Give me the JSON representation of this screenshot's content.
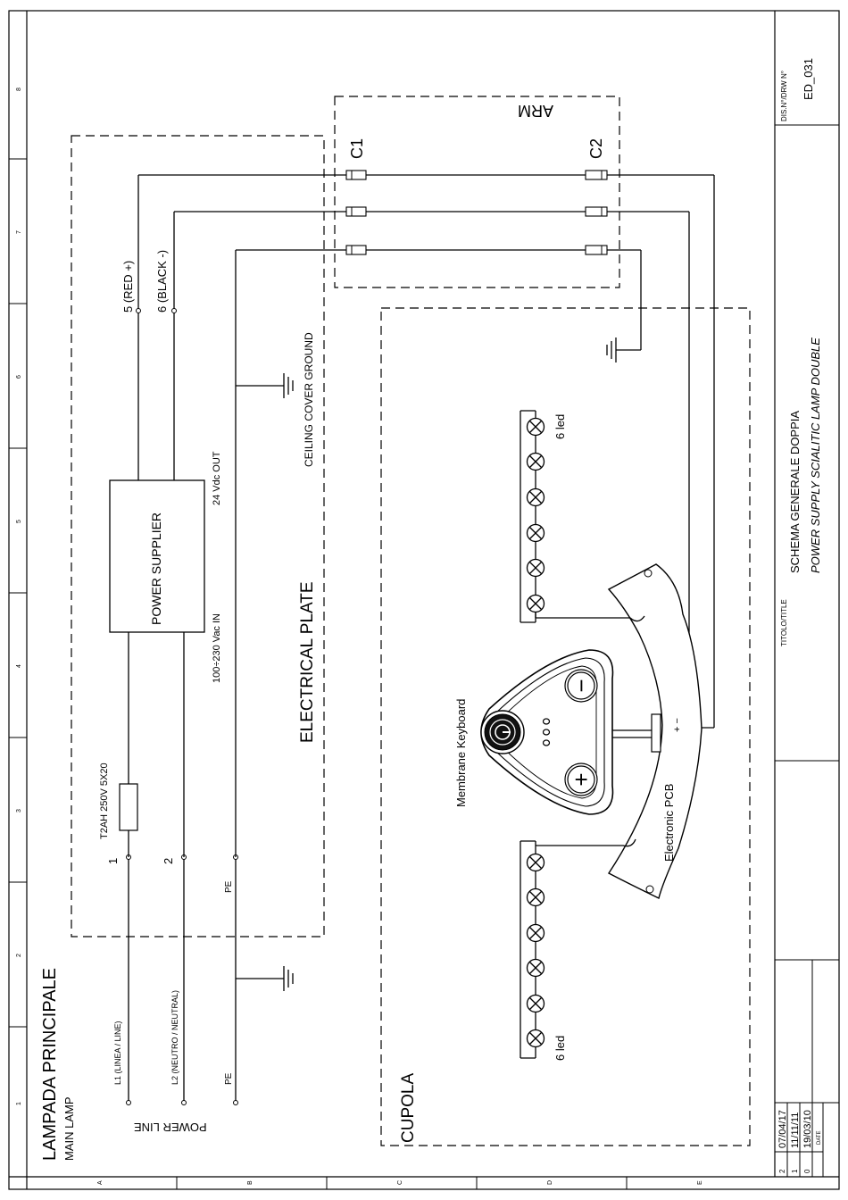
{
  "title_block": {
    "title_main": "LAMPADA PRINCIPALE",
    "title_sub": "MAIN LAMP",
    "titolo_label": "TITOLO/TITLE",
    "titolo_line1": "SCHEMA GENERALE DOPPIA",
    "titolo_line2": "POWER SUPPLY SCIALITIC LAMP DOUBLE",
    "drw_label": "DIS.N°/DRW N°",
    "drw_number": "ED_031",
    "revisions": [
      {
        "num": "2",
        "date": "07/04/17"
      },
      {
        "num": "1",
        "date": "11/11/11"
      },
      {
        "num": "0",
        "date": "19/03/10"
      }
    ],
    "date_label": "DATE"
  },
  "frame": {
    "rows": [
      "A",
      "B",
      "C",
      "D",
      "E"
    ],
    "cols": [
      "1",
      "2",
      "3",
      "4",
      "5",
      "6",
      "7",
      "8"
    ]
  },
  "labels": {
    "power_line": "POWER LINE",
    "l1": "L1 (LINEA / LINE)",
    "l2": "L2 (NEUTRO / NEUTRAL)",
    "pe_bottom": "PE",
    "pe_top": "PE",
    "term_1": "1",
    "term_2": "2",
    "fuse": "T2AH 250V 5X20",
    "power_supplier": "POWER SUPPLIER",
    "vac_in": "100÷230 Vac IN",
    "vdc_out": "24 Vdc OUT",
    "electrical_plate": "ELECTRICAL PLATE",
    "ceiling_ground": "CEILING COVER GROUND",
    "red": "5 (RED +)",
    "black": "6 (BLACK -)",
    "c1": "C1",
    "c2": "C2",
    "arm": "ARM",
    "cupola": "CUPOLA",
    "led_top": "6 led",
    "led_bottom": "6 led",
    "membrane": "Membrane Keyboard",
    "pcb": "Electronic PCB",
    "minus": "−",
    "plus": "+",
    "pcb_pm": "+ −"
  }
}
